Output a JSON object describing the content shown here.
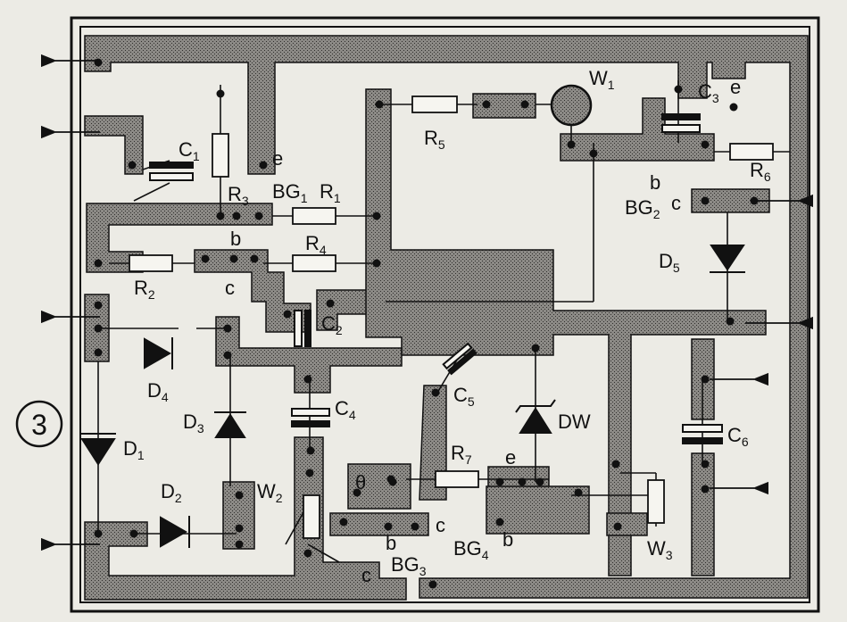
{
  "figure_number": "3",
  "resistors": [
    {
      "id": "r1",
      "letter": "R",
      "index": "1"
    },
    {
      "id": "r2",
      "letter": "R",
      "index": "2"
    },
    {
      "id": "r3",
      "letter": "R",
      "index": "3"
    },
    {
      "id": "r4",
      "letter": "R",
      "index": "4"
    },
    {
      "id": "r5",
      "letter": "R",
      "index": "5"
    },
    {
      "id": "r6",
      "letter": "R",
      "index": "6"
    },
    {
      "id": "r7",
      "letter": "R",
      "index": "7"
    }
  ],
  "capacitors": [
    {
      "id": "c1",
      "letter": "C",
      "index": "1"
    },
    {
      "id": "c2",
      "letter": "C",
      "index": "2"
    },
    {
      "id": "c3",
      "letter": "C",
      "index": "3"
    },
    {
      "id": "c4",
      "letter": "C",
      "index": "4"
    },
    {
      "id": "c5",
      "letter": "C",
      "index": "5"
    },
    {
      "id": "c6",
      "letter": "C",
      "index": "6"
    }
  ],
  "diodes": [
    {
      "id": "d1",
      "letter": "D",
      "index": "1"
    },
    {
      "id": "d2",
      "letter": "D",
      "index": "2"
    },
    {
      "id": "d3",
      "letter": "D",
      "index": "3"
    },
    {
      "id": "d4",
      "letter": "D",
      "index": "4"
    },
    {
      "id": "d5",
      "letter": "D",
      "index": "5"
    }
  ],
  "zener": {
    "label": "DW"
  },
  "potentiometers": [
    {
      "id": "w1",
      "letter": "W",
      "index": "1"
    },
    {
      "id": "w2",
      "letter": "W",
      "index": "2"
    },
    {
      "id": "w3",
      "letter": "W",
      "index": "3"
    }
  ],
  "transistors": [
    {
      "id": "bg1",
      "letter": "BG",
      "index": "1"
    },
    {
      "id": "bg2",
      "letter": "BG",
      "index": "2"
    },
    {
      "id": "bg3",
      "letter": "BG",
      "index": "3"
    },
    {
      "id": "bg4",
      "letter": "BG",
      "index": "4"
    }
  ],
  "terminal_letters": {
    "emitter": "e",
    "base": "b",
    "collector": "c",
    "emitter_alt": "θ"
  }
}
